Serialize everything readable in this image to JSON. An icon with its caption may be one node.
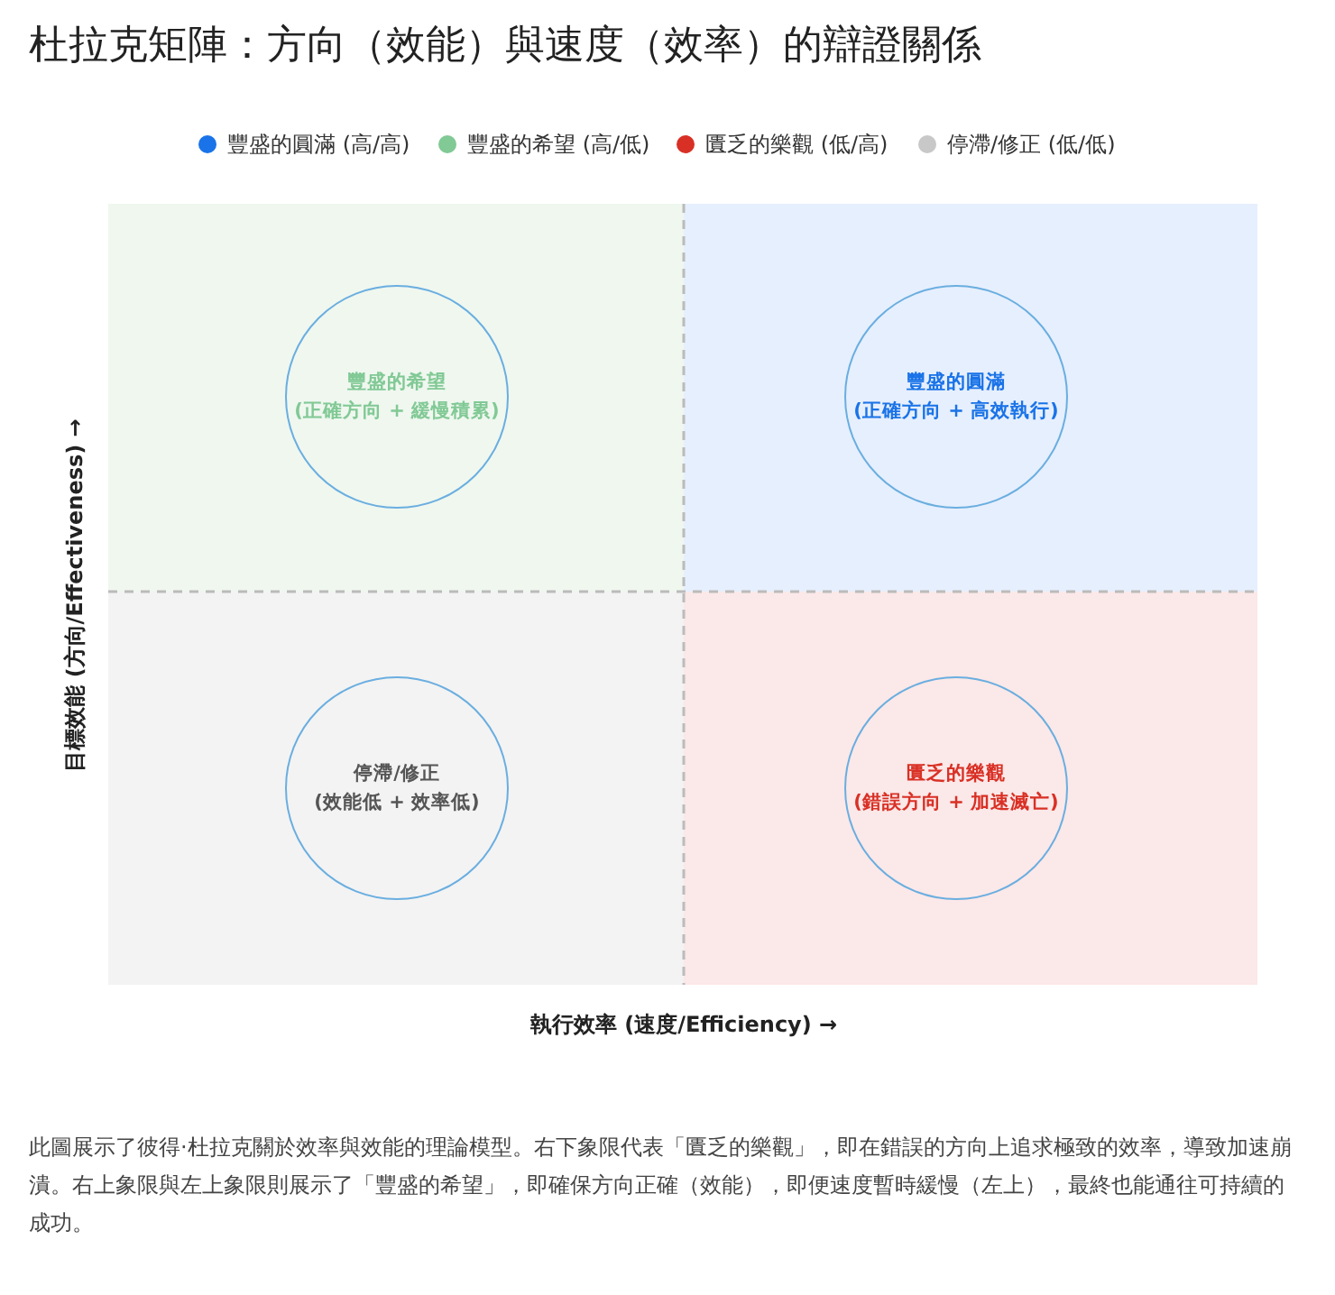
{
  "diagram": {
    "title": "杜拉克矩陣：方向（效能）與速度（效率）的辯證關係",
    "nodes": [
      {
        "text": [
          "豐盛的希望",
          "(正確方向 + 緩慢積累)"
        ]
      },
      {
        "text": [
          "豐盛的圓滿",
          "(正確方向 + 高效執行)"
        ]
      },
      {
        "text": [
          "停滯/修正",
          "(效能低 + 效率低)"
        ]
      },
      {
        "text": [
          "匱乏的樂觀",
          "(錯誤方向 + 加速滅亡)"
        ]
      }
    ],
    "labels": [
      "目標效能 (方向/Effectiveness) →",
      "執行效率 (速度/Efficiency) →"
    ],
    "legend": [
      {
        "text": "豐盛的圓滿 (高/高)",
        "color": "#1a73e8"
      },
      {
        "text": "豐盛的希望 (高/低)",
        "color": "#81c995"
      },
      {
        "text": "匱乏的樂觀 (低/高)",
        "color": "#d93025"
      },
      {
        "text": "停滯/修正 (低/低)",
        "color": "#c8c8c8"
      }
    ],
    "caption": "此圖展示了彼得·杜拉克關於效率與效能的理論模型。右下象限代表「匱乏的樂觀」，即在錯誤的方向上追求極致的效率，導致加速崩潰。右上象限與左上象限則展示了「豐盛的希望」，即確保方向正確（效能），即便速度暫時緩慢（左上），最終也能通往可持續的成功。"
  }
}
